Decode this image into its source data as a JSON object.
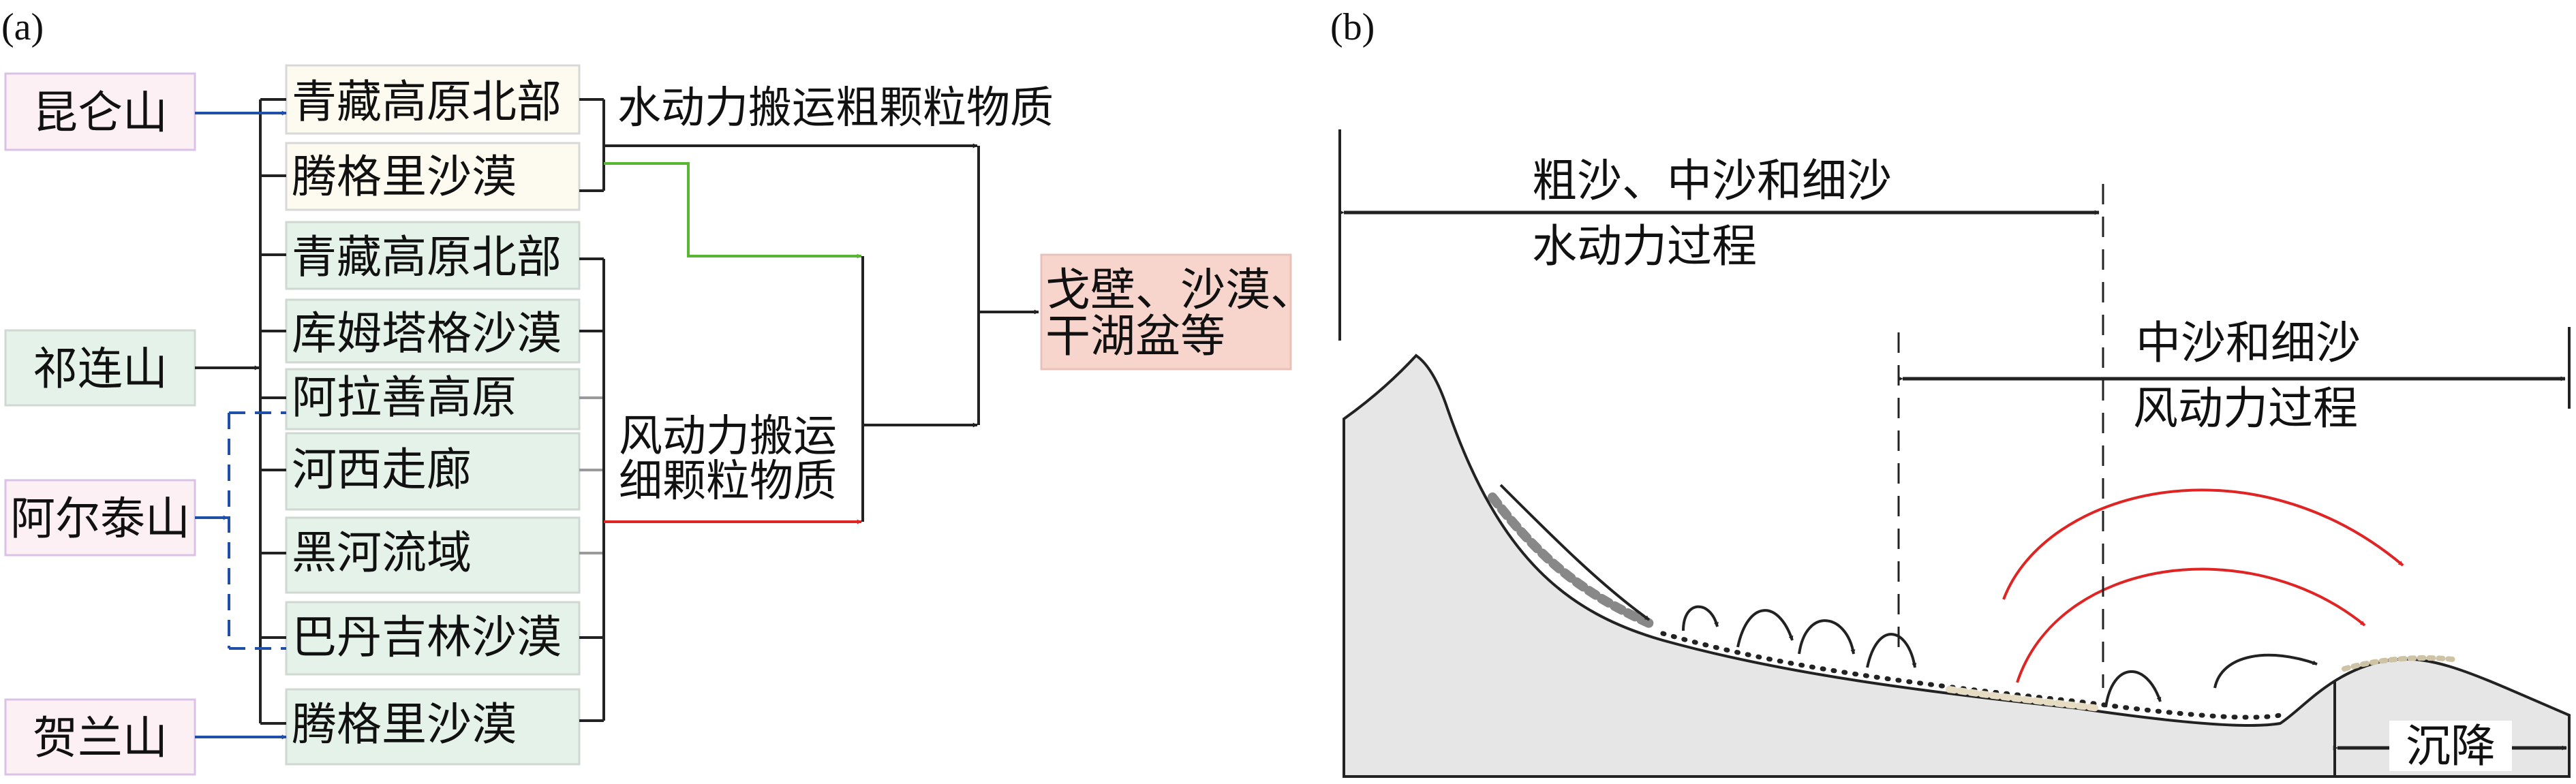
{
  "panel_a": {
    "label": "(a)",
    "mountains": [
      {
        "key": "kunlun",
        "label": "昆仑山"
      },
      {
        "key": "qilian",
        "label": "祁连山"
      },
      {
        "key": "altai",
        "label": "阿尔泰山"
      },
      {
        "key": "helan",
        "label": "贺兰山"
      }
    ],
    "source_areas": [
      {
        "label": "青藏高原北部"
      },
      {
        "label": "腾格里沙漠"
      },
      {
        "label": "青藏高原北部"
      },
      {
        "label": "库姆塔格沙漠"
      },
      {
        "label": "阿拉善高原"
      },
      {
        "label": "河西走廊"
      },
      {
        "label": "黑河流域"
      },
      {
        "label": "巴丹吉林沙漠"
      },
      {
        "label": "腾格里沙漠"
      }
    ],
    "process_water": "水动力搬运粗颗粒物质",
    "process_wind_line1": "风动力搬运",
    "process_wind_line2": "细颗粒物质",
    "sink_line1": "戈壁、沙漠、",
    "sink_line2": "干湖盆等"
  },
  "panel_b": {
    "label": "(b)",
    "water_grain": "粗沙、中沙和细沙",
    "water_process": "水动力过程",
    "wind_grain": "中沙和细沙",
    "wind_process": "风动力过程",
    "subsidence": "沉降"
  },
  "colors": {
    "cream_fill": "#fdfbf0",
    "green_fill": "#e4f2ea",
    "pink_fill": "#fdf0f5",
    "sink_fill": "#f8d5cc",
    "blue_arrow": "#1f4fa8",
    "green_arrow": "#59b534",
    "red_arrow": "#e02424",
    "terrain_fill": "#e6e6e6"
  }
}
